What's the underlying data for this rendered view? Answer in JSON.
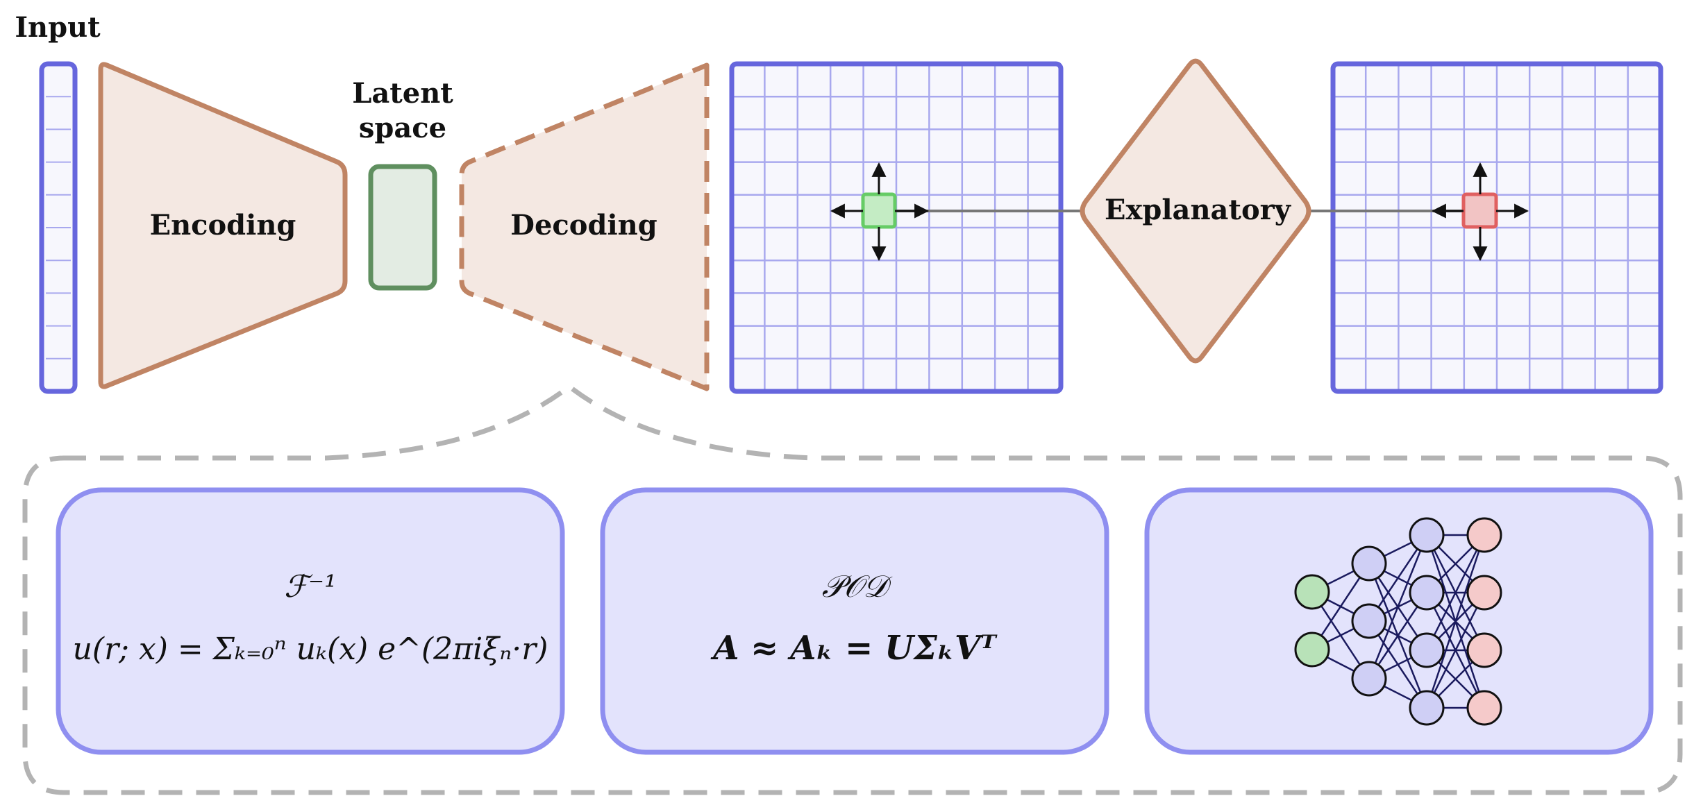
{
  "labels": {
    "input": "Input",
    "latent_line1": "Latent",
    "latent_line2": "space",
    "encoding": "Encoding",
    "decoding": "Decoding",
    "explanatory": "Explanatory"
  },
  "panels": {
    "fourier": {
      "title": "ℱ⁻¹",
      "formula": "u(r; x) = Σₖ₌₀ⁿ uₖ(x) e^(2πiξₙ·r)"
    },
    "pod": {
      "title": "𝒫𝒪𝒟",
      "formula": "A ≈ Aₖ = UΣₖVᵀ"
    },
    "network": {
      "layers": [
        2,
        3,
        4,
        4
      ]
    }
  },
  "grid": {
    "rows": 10,
    "cols": 10
  },
  "colors": {
    "grid_border": "#6666dd",
    "grid_line": "#a8a8ee",
    "grid_fill": "#f7f7fd",
    "shape_stroke": "#c08464",
    "shape_fill": "#f4e8e2",
    "latent_stroke": "#5f8f5f",
    "latent_fill": "#e3ece3",
    "panel_stroke": "#8f8ff0",
    "panel_fill": "#e3e3fc",
    "dashed_outer": "#b3b3b3",
    "green_cell": "#a6e5a6",
    "red_cell": "#f0b5b5",
    "node_green": "#b8e2b8",
    "node_blue": "#cfcff5",
    "node_red": "#f5caca",
    "edge": "#1a1a5e"
  }
}
